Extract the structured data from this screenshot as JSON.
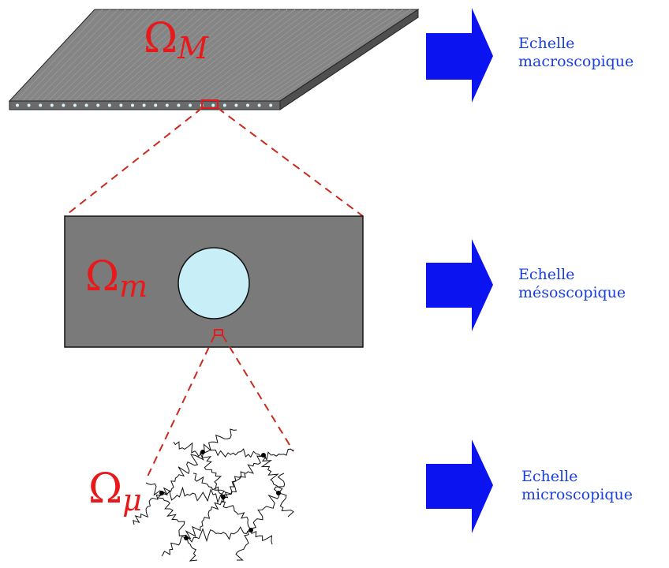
{
  "scales": [
    {
      "id": "macro",
      "symbol": "Ω",
      "subscript": "M",
      "line1": "Echelle",
      "line2": "macroscopique"
    },
    {
      "id": "meso",
      "symbol": "Ω",
      "subscript": "m",
      "line1": "Echelle",
      "line2": "mésoscopique"
    },
    {
      "id": "micro",
      "symbol": "Ω",
      "subscript": "μ",
      "line1": "Echelle",
      "line2": "microscopique"
    }
  ],
  "colors": {
    "symbol": "#e8191b",
    "zoom_lines": "#c82a1e",
    "arrow": "#0b14f0",
    "label": "#1a3fe0",
    "plate_top": "#858585",
    "plate_side": "#5c5c5c",
    "matrix": "#7a7a7a",
    "inclusion": "#c8eef8",
    "network": "#111111"
  },
  "icons": [
    "right-arrow-icon"
  ]
}
